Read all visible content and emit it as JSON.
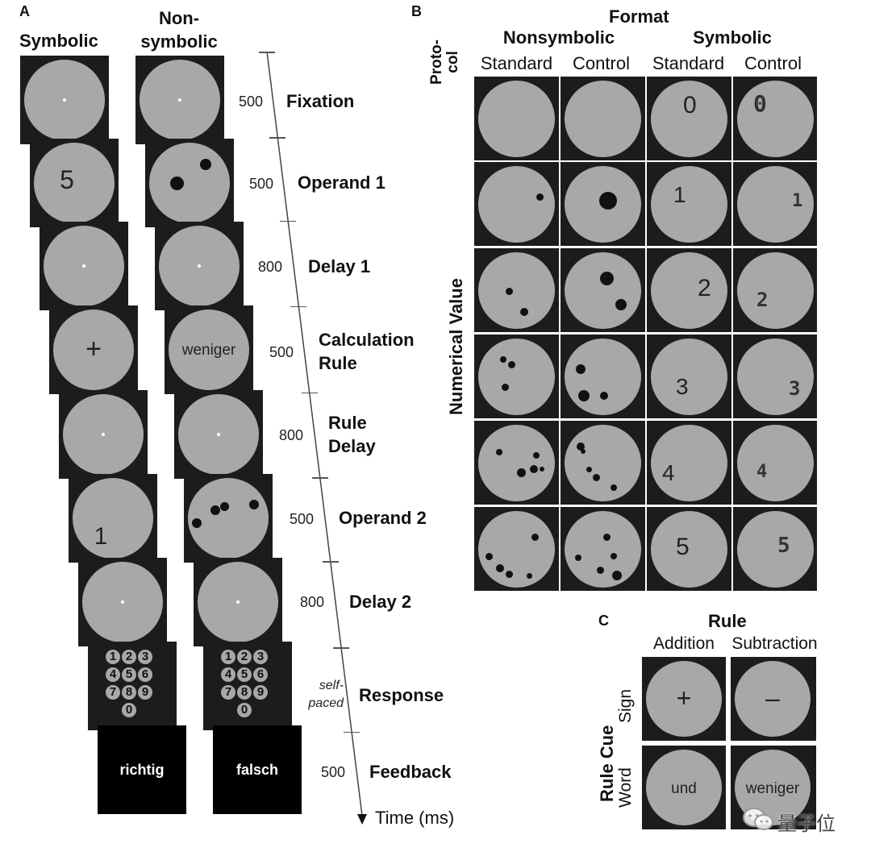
{
  "panelA": {
    "label": "A",
    "col_symbolic": "Symbolic",
    "col_nonsymbolic": "Non-\nsymbolic",
    "stages": [
      {
        "name": "Fixation",
        "duration": "500"
      },
      {
        "name": "Operand 1",
        "duration": "500"
      },
      {
        "name": "Delay 1",
        "duration": "800"
      },
      {
        "name": "Calculation\nRule",
        "duration": "500"
      },
      {
        "name": "Rule\nDelay",
        "duration": "800"
      },
      {
        "name": "Operand 2",
        "duration": "500"
      },
      {
        "name": "Delay 2",
        "duration": "800"
      },
      {
        "name": "Response",
        "duration": "self-\npaced"
      },
      {
        "name": "Feedback",
        "duration": "500"
      }
    ],
    "symbolic_operand1": "5",
    "symbolic_rule": "+",
    "nonsymbolic_rule": "weniger",
    "symbolic_operand2": "1",
    "keypad": [
      "1",
      "2",
      "3",
      "4",
      "5",
      "6",
      "7",
      "8",
      "9",
      "0"
    ],
    "feedback_symbolic": "richtig",
    "feedback_nonsymbolic": "falsch",
    "time_label": "Time (ms)"
  },
  "panelB": {
    "label": "B",
    "format_title": "Format",
    "nonsymbolic": "Nonsymbolic",
    "symbolic": "Symbolic",
    "protocol_label": "Proto-\ncol",
    "standard": "Standard",
    "control": "Control",
    "numerical_value": "Numerical Value",
    "symbolic_standard_digits": [
      "0",
      "1",
      "2",
      "3",
      "4",
      "5"
    ],
    "symbolic_control_digits": [
      "0",
      "1",
      "2",
      "3",
      "4",
      "5"
    ]
  },
  "panelC": {
    "label": "C",
    "rule_title": "Rule",
    "addition": "Addition",
    "subtraction": "Subtraction",
    "rule_cue": "Rule Cue",
    "sign": "Sign",
    "word": "Word",
    "plus": "+",
    "minus": "–",
    "und": "und",
    "weniger": "weniger"
  },
  "watermark": {
    "text": "量子位"
  }
}
